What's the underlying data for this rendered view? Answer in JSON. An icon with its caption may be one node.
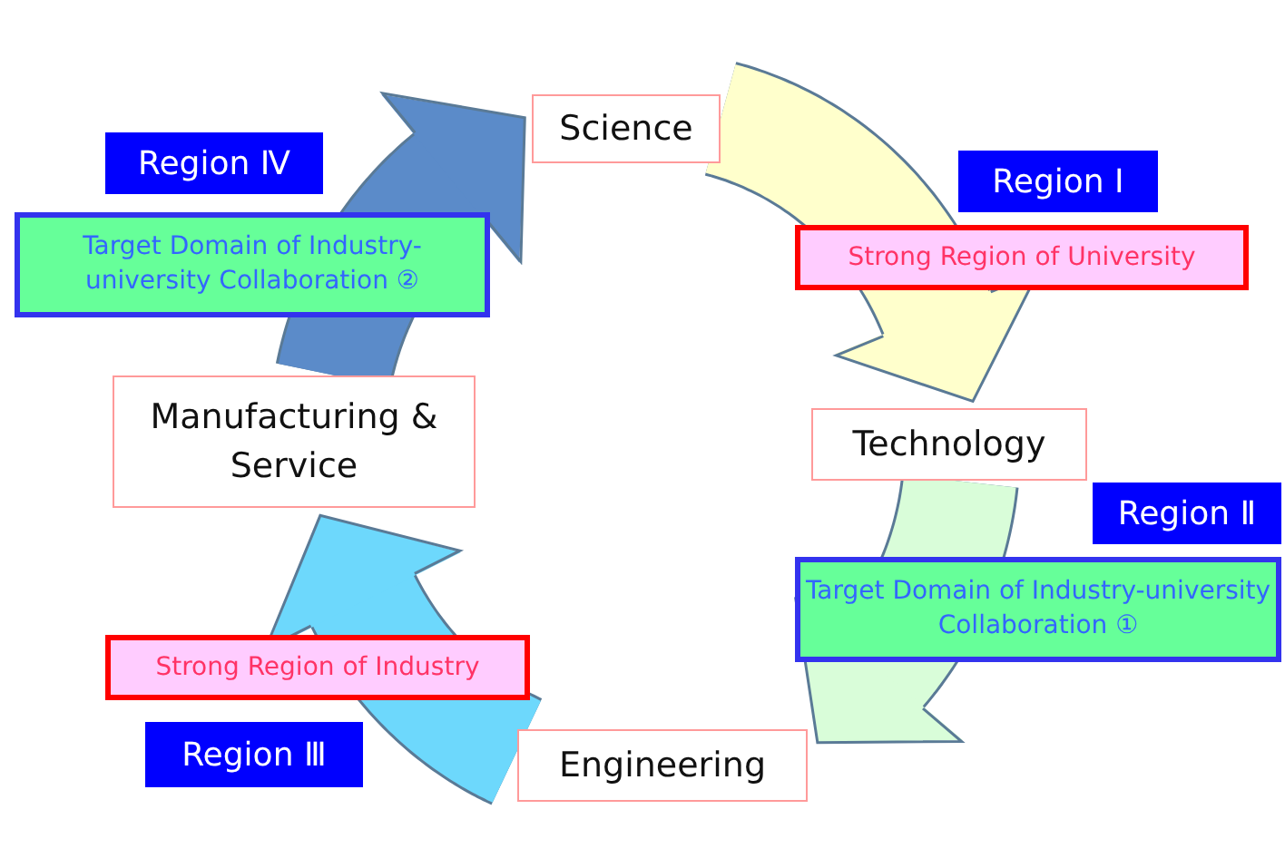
{
  "diagram": {
    "nodes": [
      {
        "text": [
          "Science"
        ]
      },
      {
        "text": [
          "Region Ⅳ"
        ]
      },
      {
        "text": [
          "Region Ⅰ"
        ]
      },
      {
        "text": [
          "Manufacturing & Service"
        ]
      },
      {
        "text": [
          "Technology"
        ]
      },
      {
        "text": [
          "Region Ⅱ"
        ]
      },
      {
        "text": [
          "Region Ⅲ"
        ]
      },
      {
        "text": [
          "Engineering"
        ]
      }
    ],
    "edges": [
      {
        "from": 0,
        "to": 4,
        "arrow": "to",
        "color": "#ffffcc",
        "label": "Strong Region of University"
      },
      {
        "from": 4,
        "to": 7,
        "arrow": "to",
        "color": "#d9fdd9",
        "label": "Target Domain of Industry-university Collaboration ①"
      },
      {
        "from": 7,
        "to": 3,
        "arrow": "to",
        "color": "#6dd8fc",
        "label": "Strong Region of Industry"
      },
      {
        "from": 3,
        "to": 0,
        "arrow": "to",
        "color": "#5b8bc9",
        "label": "Target Domain of Industry-university Collaboration ②"
      }
    ]
  }
}
